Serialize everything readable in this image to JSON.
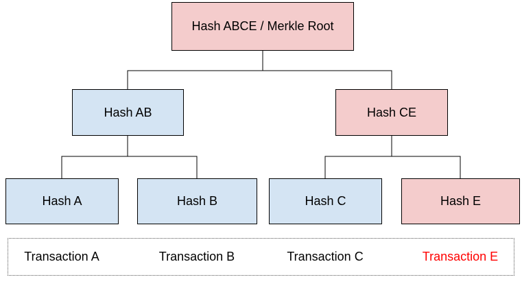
{
  "diagram": {
    "type": "merkle-tree",
    "colors": {
      "pink": "#f4cccc",
      "blue": "#d4e4f3",
      "border": "#000000",
      "text": "#000000",
      "red": "#ff0000",
      "dotted_border": "#555555"
    },
    "nodes": [
      {
        "id": "merkle-root",
        "label": "Hash ABCE / Merkle Root",
        "variant": "pink",
        "level": 0
      },
      {
        "id": "hash-ab",
        "label": "Hash AB",
        "variant": "blue",
        "level": 1
      },
      {
        "id": "hash-ce",
        "label": "Hash CE",
        "variant": "pink",
        "level": 1
      },
      {
        "id": "hash-a",
        "label": "Hash A",
        "variant": "blue",
        "level": 2
      },
      {
        "id": "hash-b",
        "label": "Hash B",
        "variant": "blue",
        "level": 2
      },
      {
        "id": "hash-c",
        "label": "Hash C",
        "variant": "blue",
        "level": 2
      },
      {
        "id": "hash-e",
        "label": "Hash E",
        "variant": "pink",
        "level": 2
      }
    ],
    "edges": [
      {
        "from": "merkle-root",
        "to": "hash-ab"
      },
      {
        "from": "merkle-root",
        "to": "hash-ce"
      },
      {
        "from": "hash-ab",
        "to": "hash-a"
      },
      {
        "from": "hash-ab",
        "to": "hash-b"
      },
      {
        "from": "hash-ce",
        "to": "hash-c"
      },
      {
        "from": "hash-ce",
        "to": "hash-e"
      }
    ],
    "transactions": [
      {
        "label": "Transaction A",
        "highlighted": false
      },
      {
        "label": "Transaction B",
        "highlighted": false
      },
      {
        "label": "Transaction C",
        "highlighted": false
      },
      {
        "label": "Transaction E",
        "highlighted": true
      }
    ]
  }
}
